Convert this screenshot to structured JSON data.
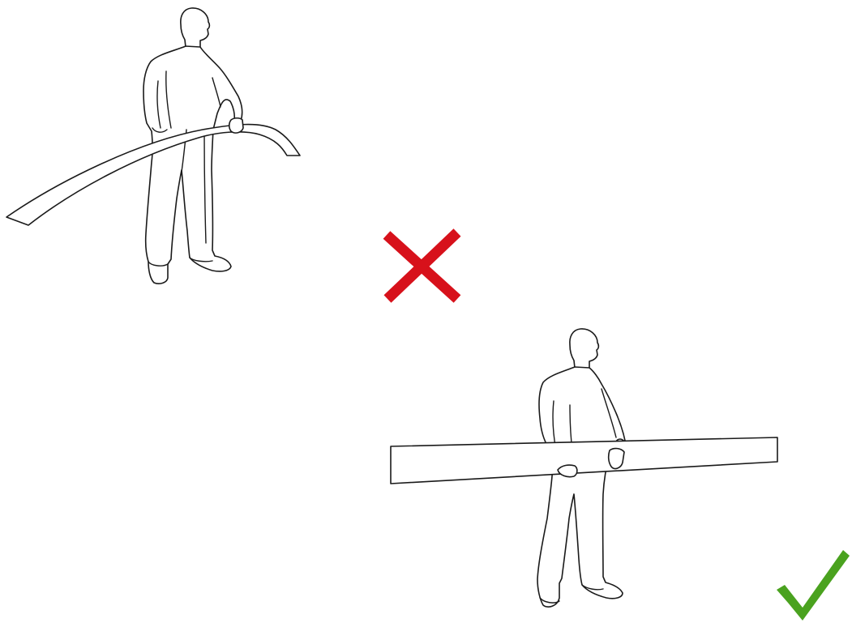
{
  "panels": [
    {
      "id": "incorrect",
      "description_icon": "flexing-board-figure",
      "verdict_icon": "cross-icon"
    },
    {
      "id": "correct",
      "description_icon": "level-board-figure",
      "verdict_icon": "check-icon"
    }
  ],
  "colors": {
    "cross": "#d7111b",
    "check": "#4aa21f",
    "line": "#1a1a1a",
    "background": "#ffffff"
  }
}
